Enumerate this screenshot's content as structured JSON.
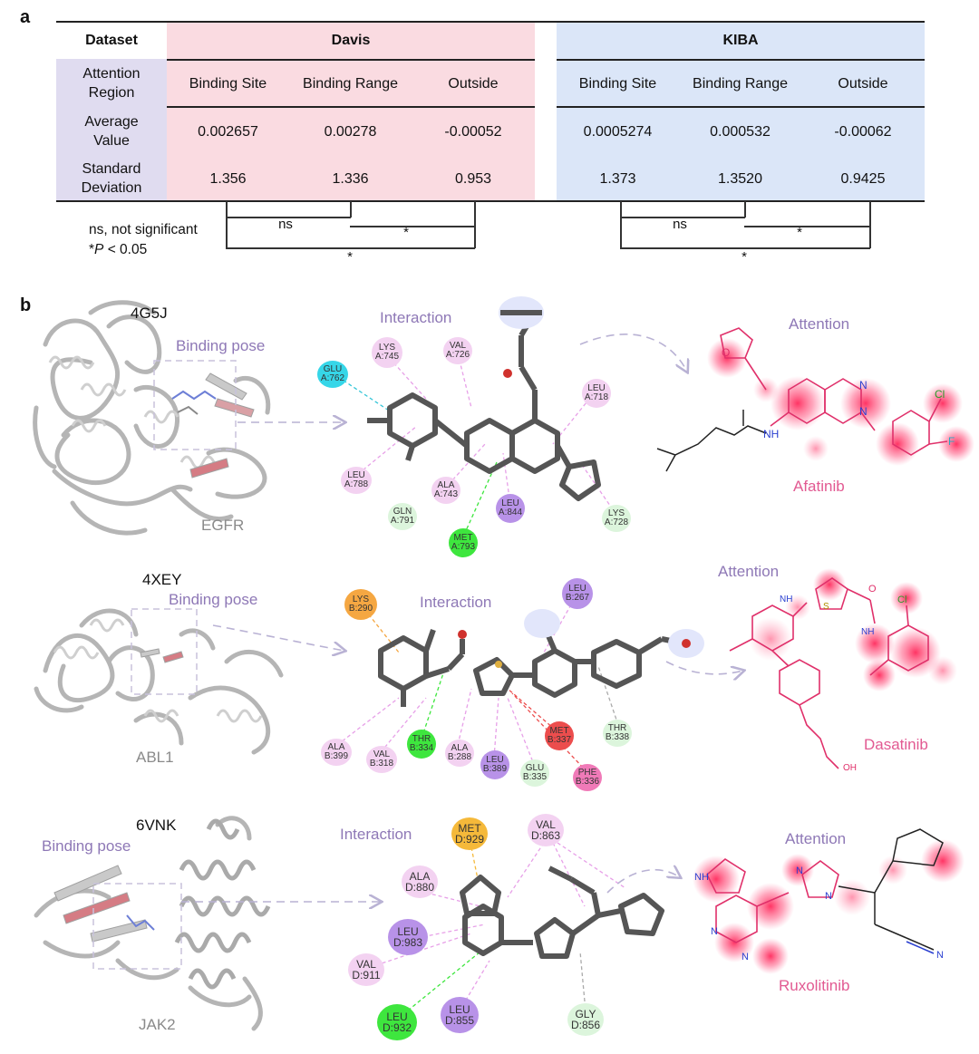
{
  "panel_a": {
    "letter": "a",
    "header": {
      "dataset": "Dataset",
      "davis": "Davis",
      "kiba": "KIBA"
    },
    "row_labels": {
      "attention_region": "Attention\nRegion",
      "average_value": "Average\nValue",
      "standard_deviation": "Standard\nDeviation"
    },
    "columns": [
      "Binding Site",
      "Binding Range",
      "Outside"
    ],
    "davis": {
      "average": [
        "0.002657",
        "0.00278",
        "-0.00052"
      ],
      "std": [
        "1.356",
        "1.336",
        "0.953"
      ]
    },
    "kiba": {
      "average": [
        "0.0005274",
        "0.000532",
        "-0.00062"
      ],
      "std": [
        "1.373",
        "1.3520",
        "0.9425"
      ]
    },
    "legend_line1": "ns, not significant",
    "legend_line2_prefix": "*",
    "legend_line2_p": "P",
    "legend_line2_suffix": " < 0.05",
    "sig": {
      "ns": "ns",
      "star": "*"
    }
  },
  "panel_b": {
    "letter": "b",
    "rows": [
      {
        "pdb": "4G5J",
        "protein": "EGFR",
        "binding_pose": "Binding pose",
        "interaction": "Interaction",
        "attention": "Attention",
        "drug": "Afatinib",
        "residues": [
          {
            "n": "GLU",
            "i": "A:762",
            "c": "#36d6e8"
          },
          {
            "n": "LYS",
            "i": "A:745",
            "c": "#f3d2f1"
          },
          {
            "n": "VAL",
            "i": "A:726",
            "c": "#f3d2f1"
          },
          {
            "n": "LEU",
            "i": "A:718",
            "c": "#f3d2f1"
          },
          {
            "n": "LEU",
            "i": "A:788",
            "c": "#f3d2f1"
          },
          {
            "n": "ALA",
            "i": "A:743",
            "c": "#f3d2f1"
          },
          {
            "n": "GLN",
            "i": "A:791",
            "c": "#dcf5dc"
          },
          {
            "n": "LEU",
            "i": "A:844",
            "c": "#b892e8"
          },
          {
            "n": "MET",
            "i": "A:793",
            "c": "#3ee63e"
          },
          {
            "n": "LYS",
            "i": "A:728",
            "c": "#dcf5dc"
          }
        ],
        "atoms": {
          "o": "O",
          "n1": "N",
          "n2": "N",
          "nh": "NH",
          "cl": "Cl",
          "f": "F"
        }
      },
      {
        "pdb": "4XEY",
        "protein": "ABL1",
        "binding_pose": "Binding pose",
        "interaction": "Interaction",
        "attention": "Attention",
        "drug": "Dasatinib",
        "residues": [
          {
            "n": "LYS",
            "i": "B:290",
            "c": "#f5a742"
          },
          {
            "n": "LEU",
            "i": "B:267",
            "c": "#b892e8"
          },
          {
            "n": "ALA",
            "i": "B:399",
            "c": "#f3d2f1"
          },
          {
            "n": "VAL",
            "i": "B:318",
            "c": "#f3d2f1"
          },
          {
            "n": "THR",
            "i": "B:334",
            "c": "#3ee63e"
          },
          {
            "n": "ALA",
            "i": "B:288",
            "c": "#f3d2f1"
          },
          {
            "n": "LEU",
            "i": "B:389",
            "c": "#b892e8"
          },
          {
            "n": "GLU",
            "i": "B:335",
            "c": "#dcf5dc"
          },
          {
            "n": "MET",
            "i": "B:337",
            "c": "#ec4d4d"
          },
          {
            "n": "PHE",
            "i": "B:336",
            "c": "#f07ab8"
          },
          {
            "n": "THR",
            "i": "B:338",
            "c": "#dcf5dc"
          }
        ],
        "atoms": {
          "nh": "NH",
          "cl": "Cl",
          "s": "S",
          "o": "O",
          "nh2": "NH",
          "oh": "OH"
        }
      },
      {
        "pdb": "6VNK",
        "protein": "JAK2",
        "binding_pose": "Binding pose",
        "interaction": "Interaction",
        "attention": "Attention",
        "drug": "Ruxolitinib",
        "residues": [
          {
            "n": "MET",
            "i": "D:929",
            "c": "#f5b93a"
          },
          {
            "n": "VAL",
            "i": "D:863",
            "c": "#f3d2f1"
          },
          {
            "n": "ALA",
            "i": "D:880",
            "c": "#f3d2f1"
          },
          {
            "n": "LEU",
            "i": "D:983",
            "c": "#b892e8"
          },
          {
            "n": "VAL",
            "i": "D:911",
            "c": "#f3d2f1"
          },
          {
            "n": "LEU",
            "i": "D:932",
            "c": "#3ee63e"
          },
          {
            "n": "LEU",
            "i": "D:855",
            "c": "#b892e8"
          },
          {
            "n": "GLY",
            "i": "D:856",
            "c": "#dcf5dc"
          }
        ],
        "atoms": {
          "nh": "NH",
          "n1": "N",
          "n2": "N",
          "n3": "N",
          "n4": "N",
          "nit": "N"
        }
      }
    ]
  }
}
